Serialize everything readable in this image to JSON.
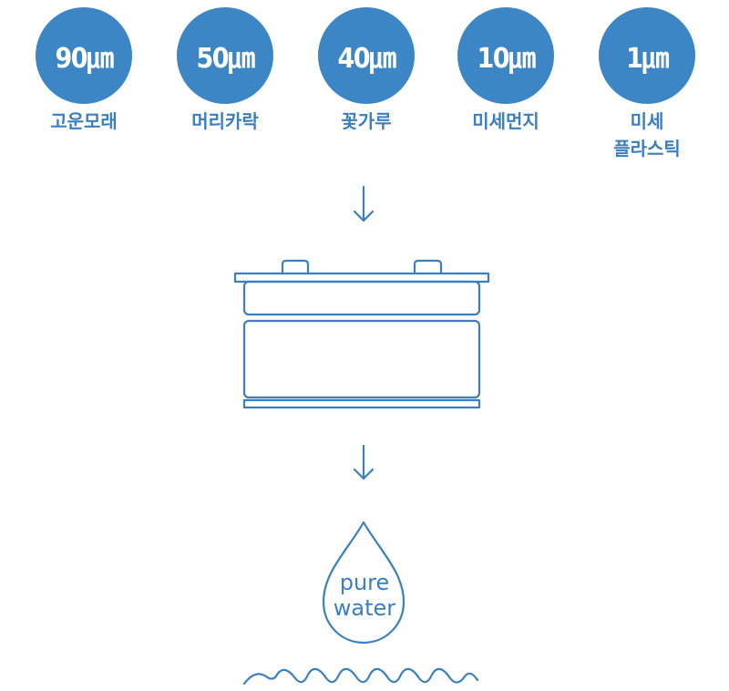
{
  "particles": [
    {
      "size": "90㎛",
      "label": "고운모래"
    },
    {
      "size": "50㎛",
      "label": "머리카락"
    },
    {
      "size": "40㎛",
      "label": "꽃가루"
    },
    {
      "size": "10㎛",
      "label": "미세먼지"
    },
    {
      "size": "1㎛",
      "label": "미세\n플라스틱"
    }
  ],
  "drop": {
    "line1": "pure",
    "line2": "water"
  },
  "colors": {
    "accent": "#3d86c6",
    "label": "#3a7fbf",
    "line": "#3a7fbf"
  }
}
